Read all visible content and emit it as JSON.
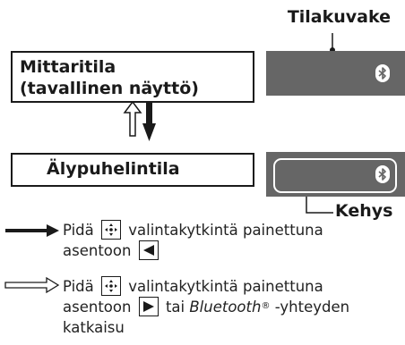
{
  "labels": {
    "status_icon": "Tilakuvake",
    "frame": "Kehys"
  },
  "modes": {
    "meter_line1": "Mittaritila",
    "meter_line2": "(tavallinen näyttö)",
    "smartphone": "Älypuhelintila"
  },
  "legend": {
    "item1": {
      "prefix": "Pidä",
      "middle": "valintakytkintä painettuna",
      "line2": "asentoon"
    },
    "item2": {
      "prefix": "Pidä",
      "middle": "valintakytkintä painettuna",
      "line2_prefix": "asentoon",
      "line2_tai": "tai",
      "bluetooth_word": "Bluetooth",
      "registered": "®",
      "line2_suffix": "-yhteyden",
      "line3": "katkaisu"
    }
  },
  "colors": {
    "screen": "#666666",
    "ink": "#1a1a1a"
  },
  "icons": [
    "bluetooth-icon",
    "joystick-icon",
    "left-arrow-icon",
    "right-arrow-icon"
  ]
}
